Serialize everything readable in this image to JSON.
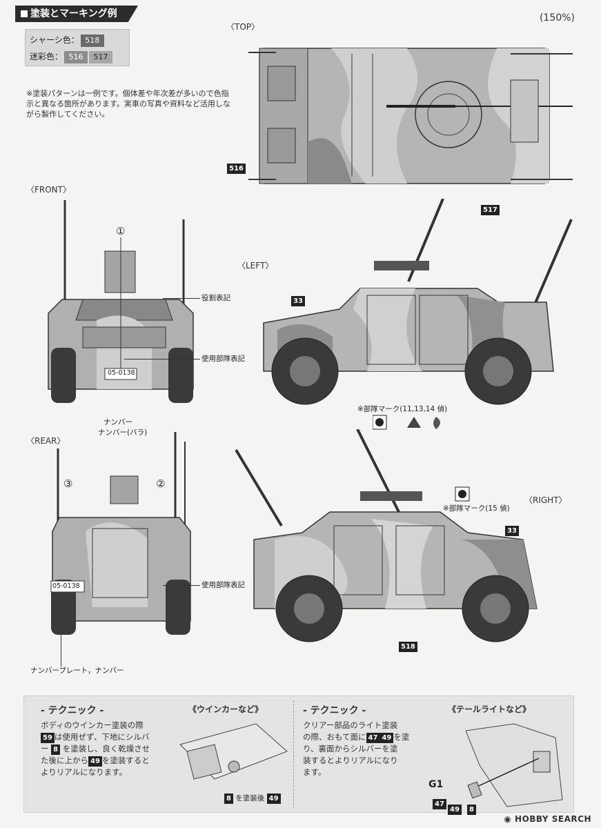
{
  "header": {
    "title": "塗装とマーキング例",
    "scale": "(150%)"
  },
  "colors": {
    "chassis_label": "シャーシ色：",
    "chassis_code": "518",
    "camo_label": "迷彩色：",
    "camo_code_1": "516",
    "camo_code_2": "517"
  },
  "note": "※塗装パターンは一例です。個体差や年次差が多いので色指示と異なる箇所があります。実車の写真や資料など活用しながら製作してください。",
  "views": {
    "top": "〈TOP〉",
    "front": "〈FRONT〉",
    "left": "〈LEFT〉",
    "rear": "〈REAR〉",
    "right": "〈RIGHT〉"
  },
  "top_view": {
    "tag_516": "516",
    "tag_517": "517"
  },
  "front_view": {
    "marker_1": "①",
    "role_marking": "役割表記",
    "unit_marking": "使用部隊表記",
    "plate_text": "05-0138",
    "number": "ナンバー",
    "number_loose": "ナンバー(バラ)"
  },
  "left_view": {
    "tag_33": "33",
    "unit_mark": "※部隊マーク(11,13,14 偵)"
  },
  "rear_view": {
    "marker_3": "③",
    "marker_2": "②",
    "unit_marking": "使用部隊表記",
    "plate_text": "05-0138",
    "plate_label": "ナンバープレート，ナンバー"
  },
  "right_view": {
    "unit_mark": "※部隊マーク(15 偵)",
    "tag_33": "33",
    "tag_518": "518"
  },
  "technique_1": {
    "heading": "- テクニック -",
    "line1": "ボディのウインカー塗装の際",
    "line2_a": "59",
    "line2_b": "は使用ぜず、下地にシルバ",
    "line3_a": "ー",
    "line3_b": "8",
    "line3_c": "を塗装し、良く乾燥させ",
    "line4_a": "た後に上から",
    "line4_b": "49",
    "line4_c": "を塗装すると",
    "line5": "よりリアルになります。",
    "subhead": "《ウインカーなど》",
    "caption_a": "8",
    "caption_b": "を塗装後",
    "caption_c": "49"
  },
  "technique_2": {
    "heading": "- テクニック -",
    "line1": "クリアー部品のライト塗装",
    "line2_a": "の際、おもて面に",
    "line2_b": "47",
    "line2_c": "49",
    "line2_d": "を塗",
    "line3": "り、裏面からシルバーを塗",
    "line4": "装するとよりリアルになり",
    "line5": "ます。",
    "subhead": "《テールライトなど》",
    "part": "G1",
    "tag_47": "47",
    "tag_49": "49",
    "tag_8": "8"
  },
  "footer": {
    "logo": "HOBBY SEARCH"
  }
}
